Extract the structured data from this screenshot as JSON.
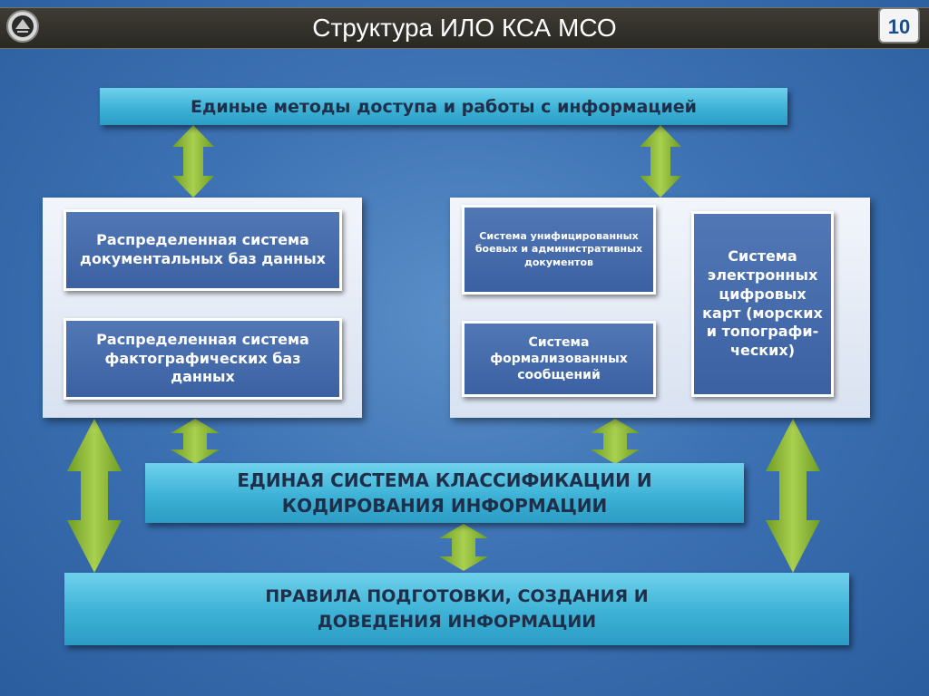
{
  "header": {
    "title": "Структура ИЛО КСА МСО",
    "slide_number": "10"
  },
  "top_box": {
    "label": "Единые методы доступа и работы с информацией"
  },
  "left_panel": {
    "box1": "Распределенная система документальных баз данных",
    "box2": "Распределенная система фактографических баз данных"
  },
  "right_panel": {
    "box1": "Система унифицированных боевых и административных документов",
    "box2": "Система формализованных сообщений",
    "box3": "Система электронных цифровых карт (морских и топографи-ческих)"
  },
  "middle_box": {
    "label": "ЕДИНАЯ СИСТЕМА КЛАССИФИКАЦИИ И КОДИРОВАНИЯ ИНФОРМАЦИИ"
  },
  "bottom_box": {
    "label": "ПРАВИЛА ПОДГОТОВКИ, СОЗДАНИЯ И ДОВЕДЕНИЯ ИНФОРМАЦИИ"
  },
  "colors": {
    "arrow": "#8fbd3c",
    "accent_cyan": "#3db2d6",
    "box_blue": "#4a6fae"
  }
}
